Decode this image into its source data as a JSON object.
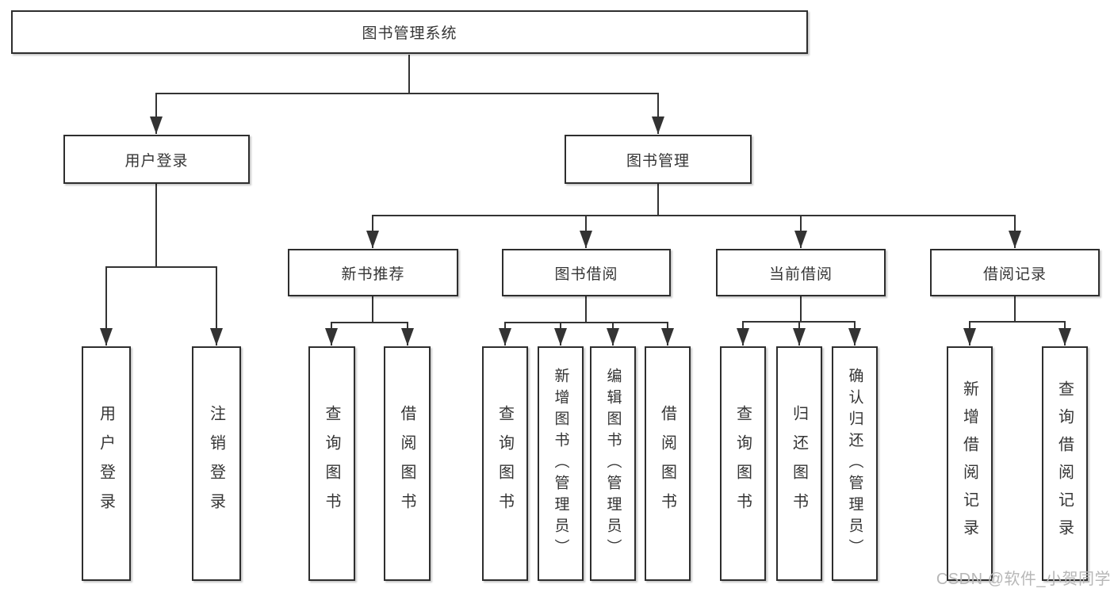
{
  "diagram": {
    "root": {
      "label": "图书管理系统"
    },
    "level2": [
      {
        "label": "用户登录"
      },
      {
        "label": "图书管理"
      }
    ],
    "level3": [
      {
        "label": "新书推荐"
      },
      {
        "label": "图书借阅"
      },
      {
        "label": "当前借阅"
      },
      {
        "label": "借阅记录"
      }
    ],
    "leaves": [
      {
        "label": "用户登录"
      },
      {
        "label": "注销登录"
      },
      {
        "label": "查询图书"
      },
      {
        "label": "借阅图书"
      },
      {
        "label": "查询图书"
      },
      {
        "label": "新增图书（管理员）"
      },
      {
        "label": "编辑图书（管理员）"
      },
      {
        "label": "借阅图书"
      },
      {
        "label": "查询图书"
      },
      {
        "label": "归还图书"
      },
      {
        "label": "确认归还（管理员）"
      },
      {
        "label": "新增借阅记录"
      },
      {
        "label": "查询借阅记录"
      }
    ],
    "line_color": "#333333"
  },
  "watermark": {
    "text": "CSDN @软件_小贺同学"
  }
}
